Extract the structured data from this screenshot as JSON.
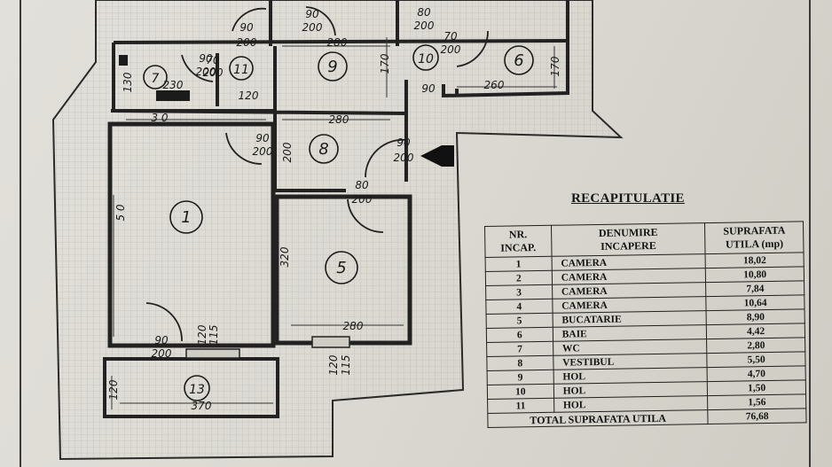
{
  "plan": {
    "rooms": [
      "1",
      "5",
      "6",
      "7",
      "8",
      "9",
      "10",
      "11",
      "13"
    ],
    "dimensions": [
      "90",
      "200",
      "90",
      "200",
      "80",
      "200",
      "70",
      "200",
      "90",
      "200",
      "70",
      "200",
      "280",
      "170",
      "120",
      "230",
      "130",
      "90",
      "260",
      "170",
      "3 0",
      "280",
      "90",
      "200",
      "200",
      "90",
      "200",
      "80",
      "200",
      "5 0",
      "320",
      "280",
      "90",
      "200",
      "120",
      "115",
      "120",
      "115",
      "120",
      "370"
    ]
  },
  "recap": {
    "title": "RECAPITULATIE",
    "headers": {
      "nr": [
        "NR.",
        "INCAP."
      ],
      "name": [
        "DENUMIRE",
        "INCAPERE"
      ],
      "area": [
        "SUPRAFATA",
        "UTILA (mp)"
      ]
    },
    "rows": [
      {
        "nr": "1",
        "name": "CAMERA",
        "area": "18,02"
      },
      {
        "nr": "2",
        "name": "CAMERA",
        "area": "10,80"
      },
      {
        "nr": "3",
        "name": "CAMERA",
        "area": "7,84"
      },
      {
        "nr": "4",
        "name": "CAMERA",
        "area": "10,64"
      },
      {
        "nr": "5",
        "name": "BUCATARIE",
        "area": "8,90"
      },
      {
        "nr": "6",
        "name": "BAIE",
        "area": "4,42"
      },
      {
        "nr": "7",
        "name": "WC",
        "area": "2,80"
      },
      {
        "nr": "8",
        "name": "VESTIBUL",
        "area": "5,50"
      },
      {
        "nr": "9",
        "name": "HOL",
        "area": "4,70"
      },
      {
        "nr": "10",
        "name": "HOL",
        "area": "1,50"
      },
      {
        "nr": "11",
        "name": "HOL",
        "area": "1,56"
      }
    ],
    "total_label": "TOTAL SUPRAFATA UTILA",
    "total_value": "76,68"
  }
}
